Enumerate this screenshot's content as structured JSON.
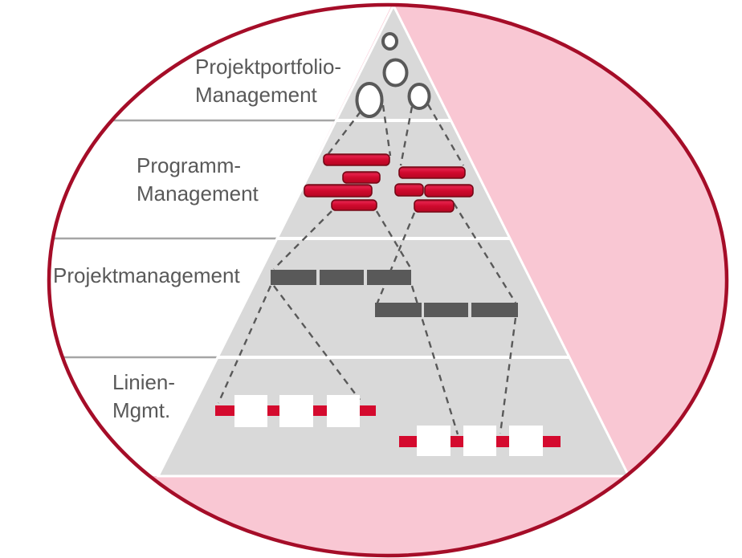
{
  "diagram": {
    "type": "pyramid-hierarchy",
    "levels": [
      {
        "id": "projektportfolio",
        "name": "Projektportfolio-Management",
        "lines": [
          "Projektportfolio-",
          "Management"
        ]
      },
      {
        "id": "programm",
        "name": "Programm-Management",
        "lines": [
          "Programm-",
          "Management"
        ]
      },
      {
        "id": "projekt",
        "name": "Projektmanagement",
        "lines": [
          "Projektmanagement"
        ]
      },
      {
        "id": "linien",
        "name": "Linien-Mgmt.",
        "lines": [
          "Linien-",
          "Mgmt."
        ]
      }
    ],
    "colors": {
      "ellipse_fill": "#f9c7d3",
      "ellipse_border": "#a50d28",
      "pyramid_fill": "#d9d9d9",
      "level_divider_gray": "#a6a6a6",
      "pyramid_divider_white": "#ffffff",
      "red_bar": "#d00a2e",
      "red_bar_edge": "#750816",
      "gray_bar": "#595959",
      "label_text": "#595959",
      "connector_dash": "#595959",
      "circle_stroke": "#595959",
      "white": "#ffffff"
    },
    "elements": {
      "portfolio_circle_count": 4,
      "program_bar_groups": [
        {
          "bars": 4
        },
        {
          "bars": 4
        }
      ],
      "project_chains": [
        {
          "segments": 3
        },
        {
          "segments": 3
        }
      ],
      "line_process_chains": [
        {
          "boxes": 3,
          "links": 4
        },
        {
          "boxes": 3,
          "links": 4
        }
      ],
      "connector_count": 12
    }
  }
}
